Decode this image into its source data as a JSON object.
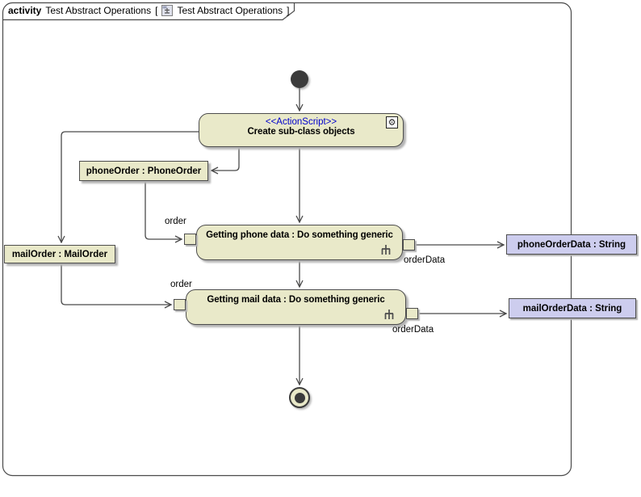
{
  "theme": {
    "canvas_bg": "#ffffff",
    "node_fill": "#e9e9c9",
    "node_border": "#4d4d4d",
    "data_fill": "#cdcdee",
    "stereotype_color": "#0000cc",
    "line_color": "#4a4a4a",
    "shadow_color": "#b4b4b4"
  },
  "frame": {
    "kind": "activity",
    "name": "Test Abstract Operations",
    "bracket_open": "[",
    "bracket_close": "]"
  },
  "nodes": {
    "create_action": {
      "stereotype": "<<ActionScript>>",
      "name": "Create sub-class objects"
    },
    "phone_order_object": {
      "label": "phoneOrder : PhoneOrder"
    },
    "mail_order_object": {
      "label": "mailOrder : MailOrder"
    },
    "phone_action": {
      "name": "Getting phone data : Do something generic"
    },
    "mail_action": {
      "name": "Getting mail data : Do something generic"
    },
    "phone_data": {
      "label": "phoneOrderData : String"
    },
    "mail_data": {
      "label": "mailOrderData : String"
    }
  },
  "edge_labels": {
    "phone_in": "order",
    "mail_in": "order",
    "phone_out": "orderData",
    "mail_out": "orderData"
  },
  "icons": {
    "gear": "⚙",
    "gear_name": "behavior-gear-icon",
    "rake_name": "rake-icon",
    "diagram_name": "activity-diagram-icon"
  }
}
